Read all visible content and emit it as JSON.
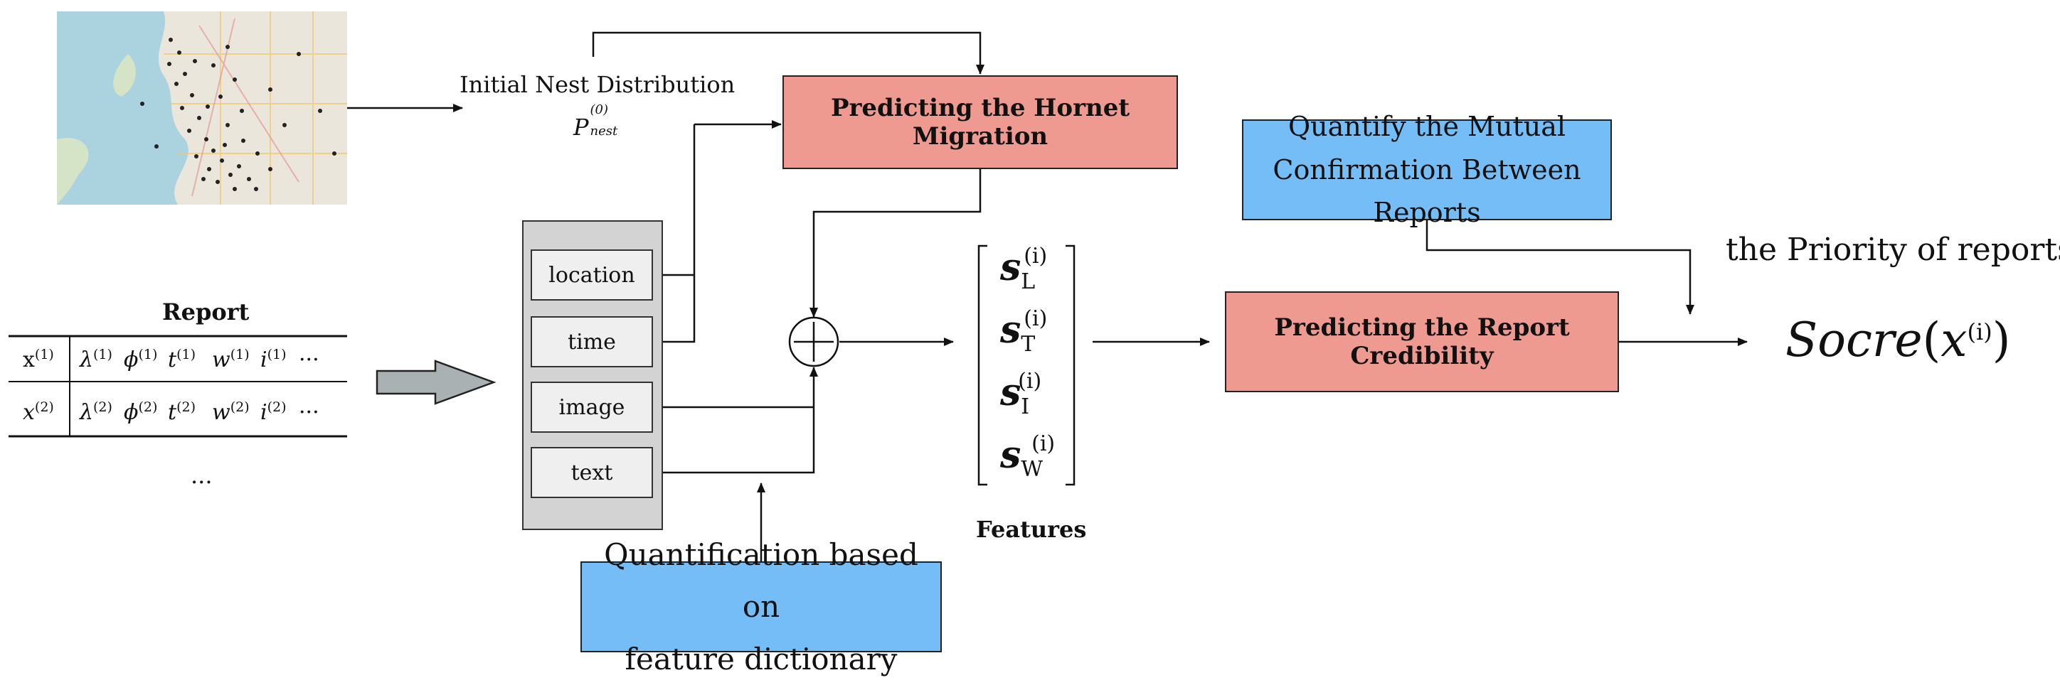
{
  "map_thumbnail": {
    "icon": "map-with-scattered-report-points"
  },
  "nest": {
    "label": "Initial Nest Distribution",
    "symbol": "P",
    "sub": "nest",
    "sup": "(0)"
  },
  "migration_box": {
    "label": "Predicting the Hornet Migration",
    "color": "#ee9a90"
  },
  "mutual_box": {
    "line1": "Quantify the Mutual",
    "line2": "Confirmation Between Reports",
    "color": "#74bdf7"
  },
  "priority_label": "the Priority of reports",
  "score": {
    "fn": "Socre",
    "var": "x",
    "sup": "(i)"
  },
  "credibility_box": {
    "label": "Predicting the Report Credibility",
    "color": "#ee9a90"
  },
  "report_table": {
    "title": "Report",
    "rows": [
      {
        "id": "x",
        "id_sup": "(1)",
        "cells": [
          {
            "s": "λ",
            "sup": "(1)"
          },
          {
            "s": "ϕ",
            "sup": "(1)"
          },
          {
            "s": "t",
            "sup": "(1)"
          },
          {
            "s": "w",
            "sup": "(1)"
          },
          {
            "s": "i",
            "sup": "(1)"
          },
          {
            "s": "···",
            "sup": ""
          }
        ]
      },
      {
        "id": "x",
        "id_sup": "(2)",
        "cells": [
          {
            "s": "λ",
            "sup": "(2)"
          },
          {
            "s": "ϕ",
            "sup": "(2)"
          },
          {
            "s": "t",
            "sup": "(2)"
          },
          {
            "s": "w",
            "sup": "(2)"
          },
          {
            "s": "i",
            "sup": "(2)"
          },
          {
            "s": "···",
            "sup": ""
          }
        ]
      }
    ],
    "ellipsis": "..."
  },
  "feature_chips": [
    "location",
    "time",
    "image",
    "text"
  ],
  "features": {
    "label": "Features",
    "items": [
      {
        "s": "s",
        "sub": "L",
        "sup": "(i)"
      },
      {
        "s": "s",
        "sub": "T",
        "sup": "(i)"
      },
      {
        "s": "s",
        "sub": "I",
        "sup": "(i)"
      },
      {
        "s": "s",
        "sub": "W",
        "sup": "(i)"
      }
    ]
  },
  "dictionary_box": {
    "line1": "Quantification based on",
    "line2": "feature dictionary",
    "color": "#74bdf7"
  }
}
